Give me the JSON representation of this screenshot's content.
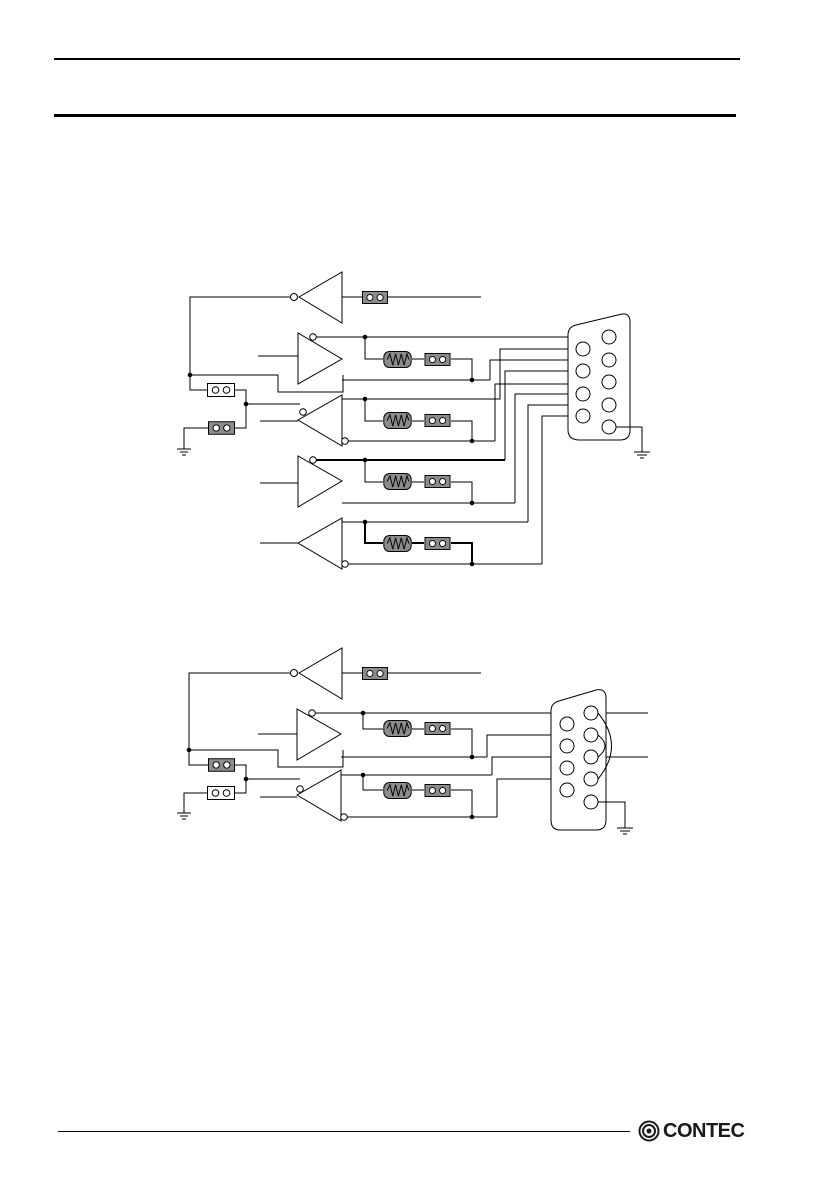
{
  "header": {
    "rules": 2
  },
  "diagrams": [
    {
      "id": "rs422-rs485-4wire",
      "connector": "dsub9"
    },
    {
      "id": "rs485-2wire",
      "connector": "dsub9"
    }
  ],
  "footer": {
    "brand": {
      "text": "CONTEC",
      "logo": "contec-logo-icon"
    }
  }
}
